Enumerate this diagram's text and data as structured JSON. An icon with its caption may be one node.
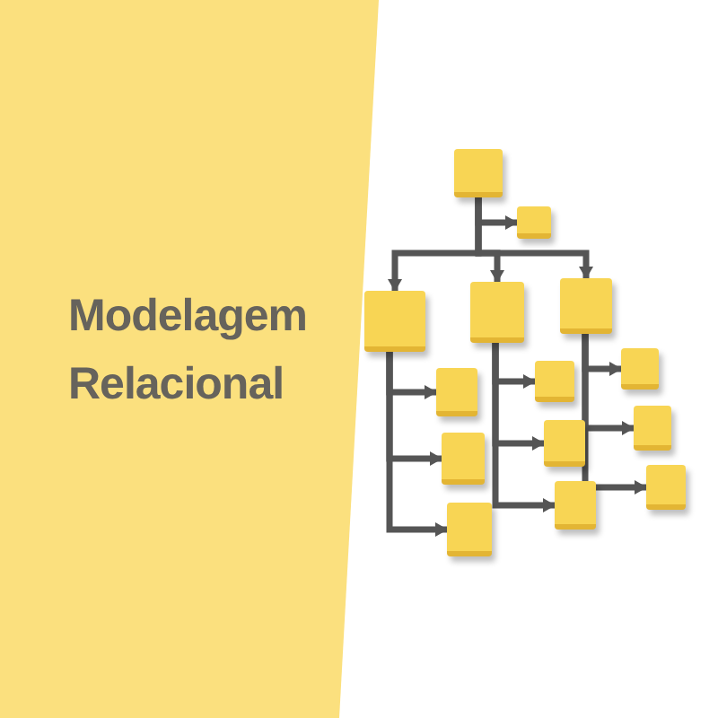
{
  "diagram": {
    "title": "Modelagem Relacional",
    "nodes": [
      {
        "text": [],
        "shape": "box"
      },
      {
        "text": [],
        "shape": "box"
      },
      {
        "text": [],
        "shape": "box"
      },
      {
        "text": [],
        "shape": "box"
      },
      {
        "text": [],
        "shape": "box"
      },
      {
        "text": [],
        "shape": "box"
      },
      {
        "text": [],
        "shape": "box"
      },
      {
        "text": [],
        "shape": "box"
      },
      {
        "text": [],
        "shape": "box"
      },
      {
        "text": [],
        "shape": "box"
      },
      {
        "text": [],
        "shape": "box"
      },
      {
        "text": [],
        "shape": "box"
      },
      {
        "text": [],
        "shape": "box"
      },
      {
        "text": [],
        "shape": "box"
      }
    ],
    "edges": [
      {
        "from": 0,
        "to": 1,
        "arrow": "to"
      },
      {
        "from": 0,
        "to": 2,
        "arrow": "to"
      },
      {
        "from": 0,
        "to": 3,
        "arrow": "to"
      },
      {
        "from": 0,
        "to": 4,
        "arrow": "to"
      },
      {
        "from": 2,
        "to": 5,
        "arrow": "to"
      },
      {
        "from": 2,
        "to": 6,
        "arrow": "to"
      },
      {
        "from": 2,
        "to": 7,
        "arrow": "to"
      },
      {
        "from": 3,
        "to": 8,
        "arrow": "to"
      },
      {
        "from": 3,
        "to": 9,
        "arrow": "to"
      },
      {
        "from": 3,
        "to": 10,
        "arrow": "to"
      },
      {
        "from": 4,
        "to": 11,
        "arrow": "to"
      },
      {
        "from": 4,
        "to": 12,
        "arrow": "to"
      },
      {
        "from": 4,
        "to": 13,
        "arrow": "to"
      }
    ]
  }
}
